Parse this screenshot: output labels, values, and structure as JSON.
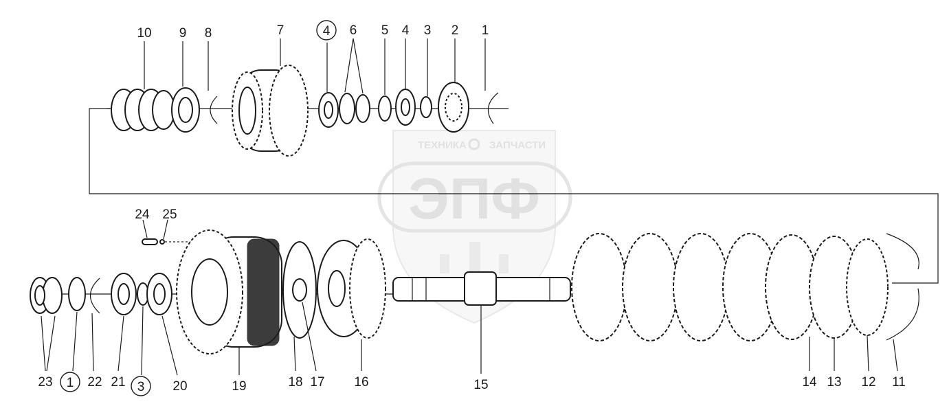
{
  "watermark": {
    "brand_top": "ТЕХНИКА",
    "brand_top_right": "ЗАПЧАСТИ",
    "brand_main": "ЭПФ"
  },
  "callouts": {
    "top": [
      {
        "id": "10",
        "circled": false
      },
      {
        "id": "9",
        "circled": false
      },
      {
        "id": "8",
        "circled": false
      },
      {
        "id": "7",
        "circled": false
      },
      {
        "id": "4",
        "circled": true
      },
      {
        "id": "6",
        "circled": false
      },
      {
        "id": "5",
        "circled": false
      },
      {
        "id": "4",
        "circled": false
      },
      {
        "id": "3",
        "circled": false
      },
      {
        "id": "2",
        "circled": false
      },
      {
        "id": "1",
        "circled": false
      }
    ],
    "middle": [
      {
        "id": "24",
        "circled": false
      },
      {
        "id": "25",
        "circled": false
      }
    ],
    "bottom": [
      {
        "id": "23",
        "circled": false
      },
      {
        "id": "1",
        "circled": true
      },
      {
        "id": "22",
        "circled": false
      },
      {
        "id": "21",
        "circled": false
      },
      {
        "id": "3",
        "circled": true
      },
      {
        "id": "20",
        "circled": false
      },
      {
        "id": "19",
        "circled": false
      },
      {
        "id": "18",
        "circled": false
      },
      {
        "id": "17",
        "circled": false
      },
      {
        "id": "16",
        "circled": false
      },
      {
        "id": "15",
        "circled": false
      },
      {
        "id": "14",
        "circled": false
      },
      {
        "id": "13",
        "circled": false
      },
      {
        "id": "12",
        "circled": false
      },
      {
        "id": "11",
        "circled": false
      }
    ]
  }
}
